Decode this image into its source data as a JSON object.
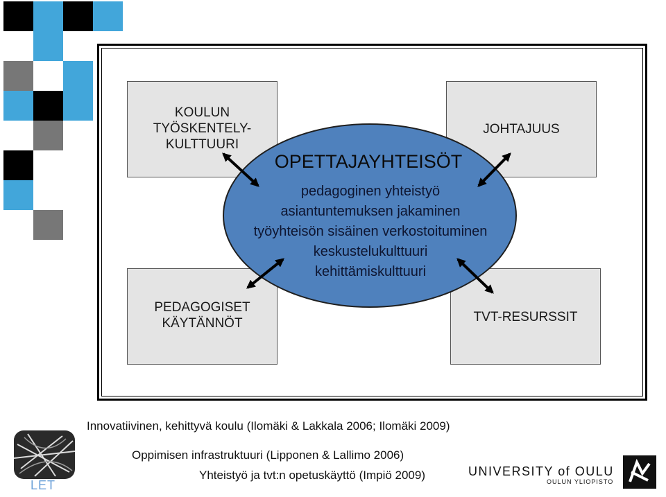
{
  "boxes": {
    "top_left": "KOULUN TYÖSKENTELY-KULTTUURI",
    "top_left_lines": [
      "KOULUN",
      "TYÖSKENTELY-",
      "KULTTUURI"
    ],
    "top_right": "JOHTAJUUS",
    "bottom_left_lines": [
      "PEDAGOGISET",
      "KÄYTÄNNÖT"
    ],
    "bottom_right": "TVT-RESURSSIT"
  },
  "center": {
    "title": "OPETTAJAYHTEISÖT",
    "items": [
      "pedagoginen yhteistyö",
      "asiantuntemuksen jakaminen",
      "työyhteisön sisäinen verkostoituminen",
      "keskustelukulttuuri",
      "kehittämiskulttuuri"
    ]
  },
  "references": [
    "Innovatiivinen, kehittyvä koulu (Ilomäki &  Lakkala 2006; Ilomäki 2009)",
    "Oppimisen infrastruktuuri (Lipponen & Lallimo 2006)",
    "Yhteistyö ja tvt:n opetuskäyttö (Impiö 2009)"
  ],
  "logos": {
    "let": "LET",
    "university": "UNIVERSITY of OULU",
    "university_sub": "OULUN YLIOPISTO"
  },
  "colors": {
    "ellipse": "#4f81bd",
    "box_fill": "#e4e4e4",
    "pattern_blue": "#42a6da",
    "pattern_gray": "#777777",
    "pattern_black": "#000000"
  }
}
